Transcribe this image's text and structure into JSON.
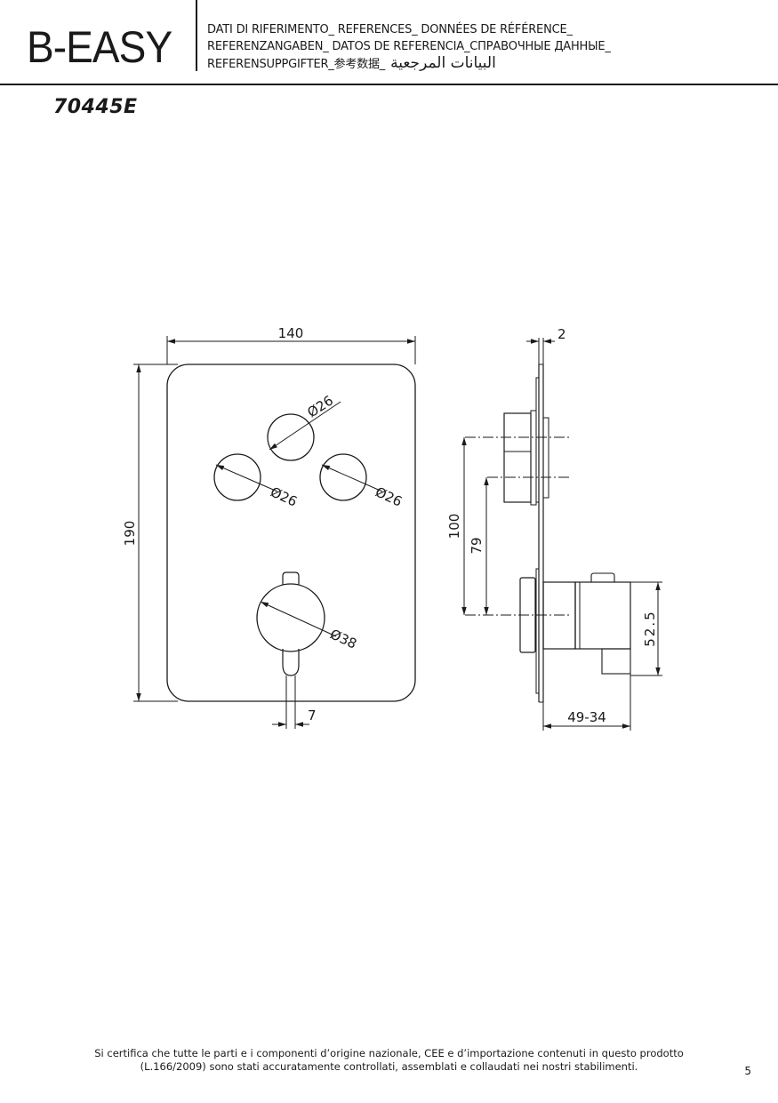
{
  "header": {
    "brand": "B-EASY",
    "references": {
      "line1": "DATI DI RIFERIMENTO_ REFERENCES_ DONNÉES DE RÉFÉRENCE_",
      "line2": "REFERENZANGABEN_ DATOS DE REFERENCIA_СПРАВОЧНЫЕ ДАННЫЕ_",
      "line3": "REFERENSUPPGIFTER_参考数据_",
      "line3_arabic": "البيانات المرجعية"
    }
  },
  "product": {
    "code": "70445E"
  },
  "drawing": {
    "front_view": {
      "width_label": "140",
      "height_label": "190",
      "button_top_label": "Ø26",
      "button_left_label": "Ø26",
      "button_right_label": "Ø26",
      "knob_label": "Ø38",
      "lever_width_label": "7"
    },
    "side_view": {
      "plate_thickness_label": "2",
      "button_height_label": "100",
      "button_offset_label": "79",
      "knob_height_label": "52.5",
      "depth_label": "49-34"
    }
  },
  "footer": {
    "certification_line1": "Si certifica che tutte le parti e i componenti d’origine nazionale, CEE e d’importazione contenuti in questo prodotto",
    "certification_line2": "(L.166/2009) sono stati accuratamente controllati, assemblati e collaudati nei nostri stabilimenti.",
    "page_number": "5"
  }
}
